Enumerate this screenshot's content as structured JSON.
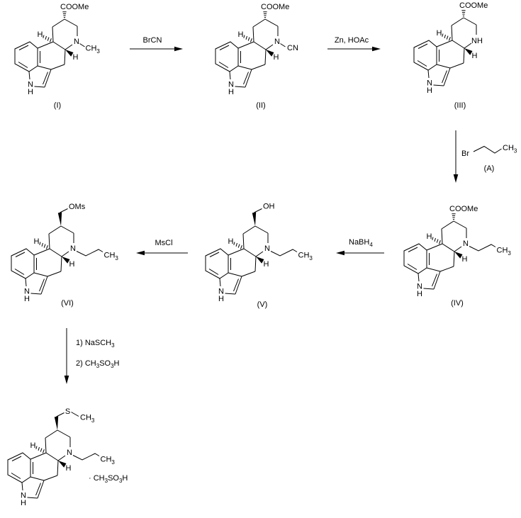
{
  "structures": [
    {
      "id": "I",
      "tag": "(I)",
      "c8_label": "COOMe",
      "ring_n": "N",
      "n_methyl_main": "CH",
      "n_methyl_sub": "3",
      "h_c10": "H",
      "h_c5": "H",
      "indole_n": "N",
      "indole_h": "H"
    },
    {
      "id": "II",
      "tag": "(II)",
      "c8_label": "COOMe",
      "ring_n": "N",
      "n_cn": "CN",
      "h_c10": "H",
      "h_c5": "H",
      "indole_n": "N",
      "indole_h": "H"
    },
    {
      "id": "III",
      "tag": "(III)",
      "c8_label": "COOMe",
      "ring_n": "NH",
      "h_c10": "H",
      "h_c5": "H",
      "indole_n": "N",
      "indole_h": "H"
    },
    {
      "id": "IV",
      "tag": "(IV)",
      "c8_label": "COOMe",
      "ring_n": "N",
      "propyl_main": "CH",
      "propyl_sub": "3",
      "h_c10": "H",
      "h_c5": "H",
      "indole_n": "N",
      "indole_h": "H"
    },
    {
      "id": "V",
      "tag": "(V)",
      "c8_chain_label": "OH",
      "ring_n": "N",
      "propyl_main": "CH",
      "propyl_sub": "3",
      "h_c10": "H",
      "h_c5": "H",
      "indole_n": "N",
      "indole_h": "H"
    },
    {
      "id": "VI",
      "tag": "(VI)",
      "c8_chain_label": "OMs",
      "ring_n": "N",
      "propyl_main": "CH",
      "propyl_sub": "3",
      "h_c10": "H",
      "h_c5": "H",
      "indole_n": "N",
      "indole_h": "H"
    },
    {
      "id": "product",
      "s_label": "S",
      "sme_main": "CH",
      "sme_sub": "3",
      "ring_n": "N",
      "propyl_main": "CH",
      "propyl_sub": "3",
      "h_c10": "H",
      "h_c5": "H",
      "indole_n": "N",
      "indole_h": "H",
      "salt_p1": "· CH",
      "salt_s1": "3",
      "salt_p2": "SO",
      "salt_s2": "3",
      "salt_p3": "H"
    }
  ],
  "arrows": {
    "brcn": "BrCN",
    "zn_hoac": "Zn, HOAc",
    "nabh4_main": "NaBH",
    "nabh4_sub": "4",
    "mscl": "MsCl",
    "step1_main": "1) NaSCH",
    "step1_sub": "3",
    "step2_p1": "2) CH",
    "step2_s1": "3",
    "step2_p2": "SO",
    "step2_s2": "3",
    "step2_p3": "H"
  },
  "reagent_a": {
    "br": "Br",
    "ch3_main": "CH",
    "ch3_sub": "3",
    "label": "(A)"
  }
}
